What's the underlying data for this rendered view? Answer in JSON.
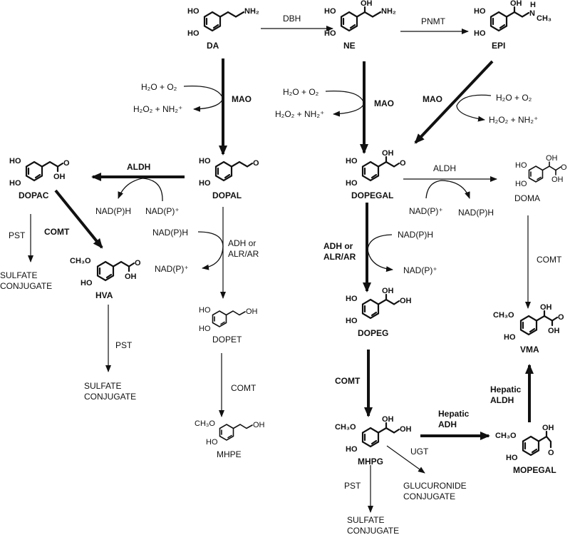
{
  "title": "Catecholamine metabolism pathways",
  "compounds": {
    "DA": {
      "label": "DA",
      "substituents": [
        "HO",
        "HO",
        "NH2"
      ]
    },
    "NE": {
      "label": "NE",
      "substituents": [
        "HO",
        "HO",
        "OH",
        "NH2"
      ]
    },
    "EPI": {
      "label": "EPI",
      "substituents": [
        "HO",
        "HO",
        "OH",
        "H",
        "N",
        "CH3"
      ]
    },
    "DOPAL": {
      "label": "DOPAL",
      "substituents": [
        "HO",
        "HO",
        "O"
      ]
    },
    "DOPAC": {
      "label": "DOPAC",
      "substituents": [
        "HO",
        "HO",
        "O",
        "OH"
      ]
    },
    "HVA": {
      "label": "HVA",
      "substituents": [
        "CH3O",
        "HO",
        "O",
        "OH"
      ]
    },
    "DOPET": {
      "label": "DOPET",
      "substituents": [
        "HO",
        "HO",
        "OH"
      ]
    },
    "MHPE": {
      "label": "MHPE",
      "substituents": [
        "CH3O",
        "HO",
        "OH"
      ]
    },
    "DOPEGAL": {
      "label": "DOPEGAL",
      "substituents": [
        "HO",
        "HO",
        "OH",
        "O"
      ]
    },
    "DOMA": {
      "label": "DOMA",
      "substituents": [
        "HO",
        "HO",
        "OH",
        "O",
        "OH"
      ]
    },
    "DOPEG": {
      "label": "DOPEG",
      "substituents": [
        "HO",
        "HO",
        "OH",
        "OH"
      ]
    },
    "VMA": {
      "label": "VMA",
      "substituents": [
        "CH3O",
        "HO",
        "OH",
        "O",
        "OH"
      ]
    },
    "MHPG": {
      "label": "MHPG",
      "substituents": [
        "CH3O",
        "HO",
        "OH",
        "OH"
      ]
    },
    "MOPEGAL": {
      "label": "MOPEGAL",
      "substituents": [
        "CH3O",
        "HO",
        "OH",
        "O"
      ]
    }
  },
  "enzymes": {
    "dbh": "DBH",
    "pnmt": "PNMT",
    "mao_da": "MAO",
    "mao_ne": "MAO",
    "mao_epi": "MAO",
    "aldh_dopal": "ALDH",
    "aldh_dopegal": "ALDH",
    "comt_dopac": "COMT",
    "pst_dopac": "PST",
    "pst_hva": "PST",
    "adh_dopal_1": "ADH or",
    "adh_dopal_2": "ALR/AR",
    "comt_dopet": "COMT",
    "adh_dopegal_1": "ADH or",
    "adh_dopegal_2": "ALR/AR",
    "comt_doma": "COMT",
    "comt_dopeg": "COMT",
    "hepatic_adh_1": "Hepatic",
    "hepatic_adh_2": "ADH",
    "hepatic_aldh_1": "Hepatic",
    "hepatic_aldh_2": "ALDH",
    "ugt": "UGT",
    "pst_mhpg": "PST"
  },
  "cofactors": {
    "h2o_o2": "H₂O + O₂",
    "h2o2_nh2": "H₂O₂ + NH₂⁺",
    "nadph": "NAD(P)H",
    "nadp": "NAD(P)⁺"
  },
  "products": {
    "sulfate_1": "SULFATE",
    "sulfate_2": "CONJUGATE",
    "glucuronide_1": "GLUCURONIDE",
    "glucuronide_2": "CONJUGATE"
  }
}
